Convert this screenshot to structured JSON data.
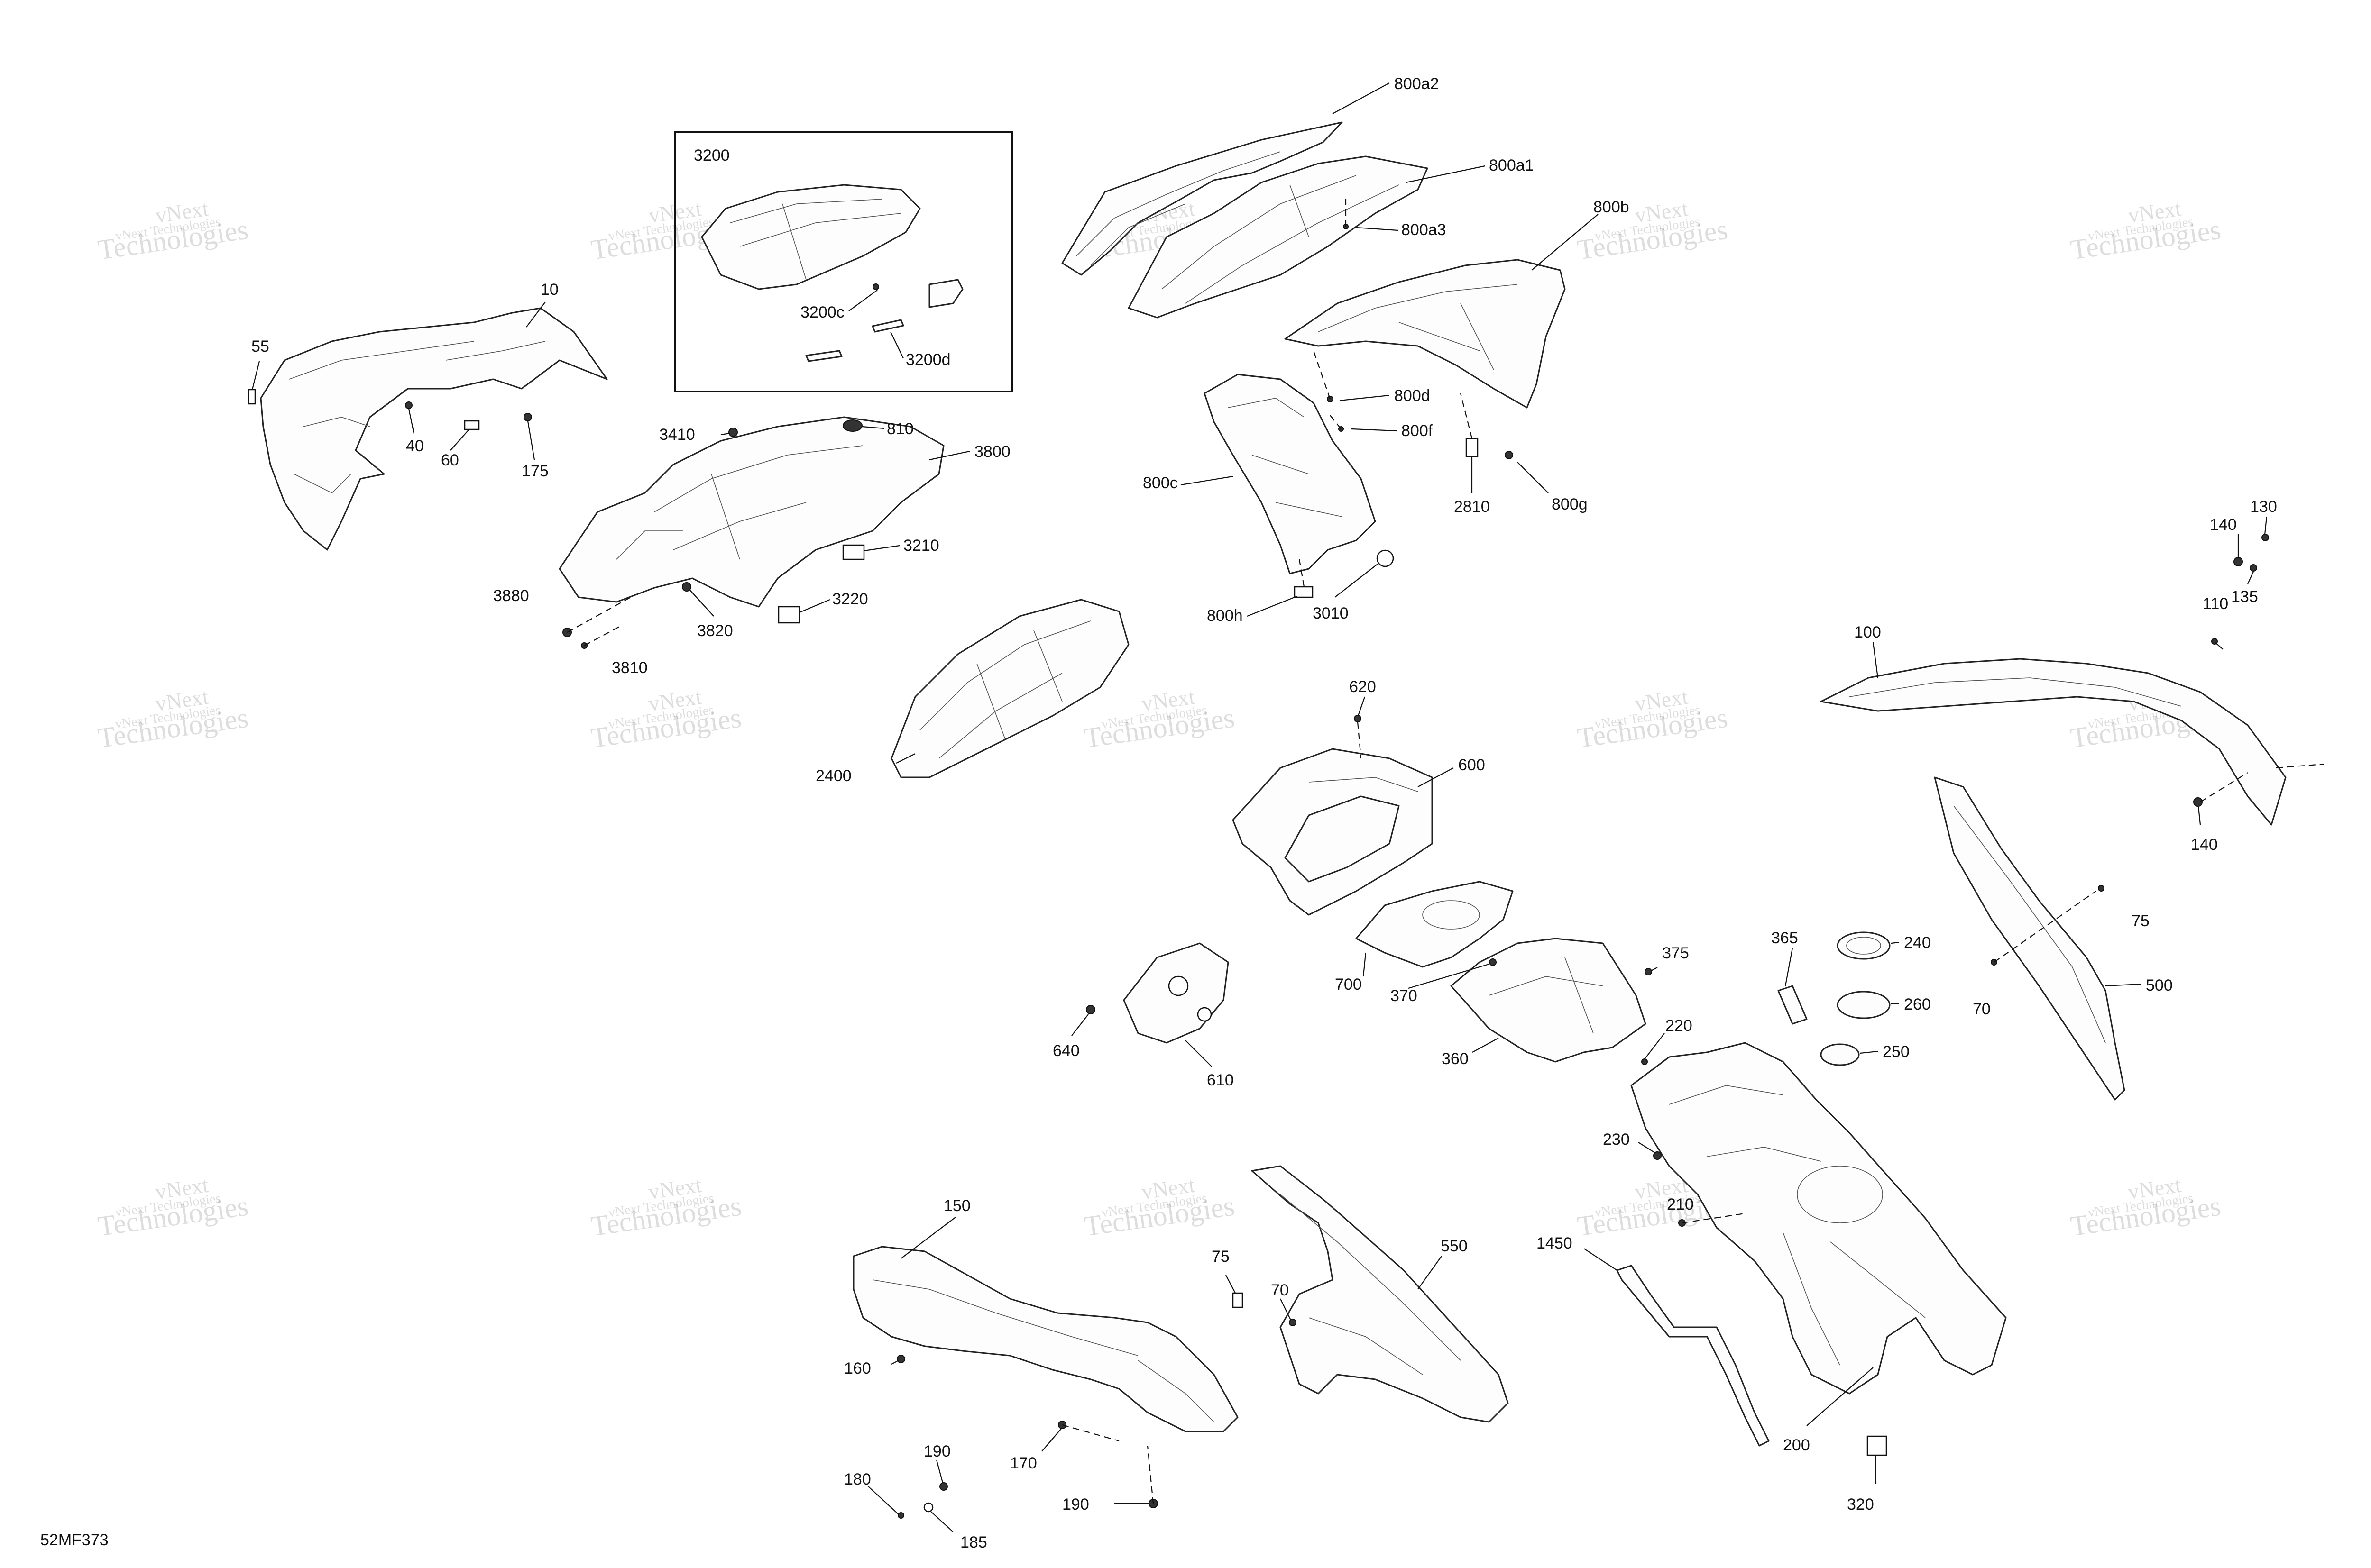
{
  "diagram_id": "52MF373",
  "watermark": {
    "line1": "vNext",
    "line2": "Technologies",
    "sub": "vNext Technologies"
  },
  "callouts": [
    {
      "id": "c-800a2",
      "text": "800a2"
    },
    {
      "id": "c-800a1",
      "text": "800a1"
    },
    {
      "id": "c-800a3",
      "text": "800a3"
    },
    {
      "id": "c-800b",
      "text": "800b"
    },
    {
      "id": "c-800d",
      "text": "800d"
    },
    {
      "id": "c-800f",
      "text": "800f"
    },
    {
      "id": "c-2810",
      "text": "2810"
    },
    {
      "id": "c-800g",
      "text": "800g"
    },
    {
      "id": "c-800c",
      "text": "800c"
    },
    {
      "id": "c-800h",
      "text": "800h"
    },
    {
      "id": "c-3010",
      "text": "3010"
    },
    {
      "id": "c-3200",
      "text": "3200"
    },
    {
      "id": "c-3200c",
      "text": "3200c"
    },
    {
      "id": "c-3200d",
      "text": "3200d"
    },
    {
      "id": "c-10",
      "text": "10"
    },
    {
      "id": "c-55",
      "text": "55"
    },
    {
      "id": "c-40",
      "text": "40"
    },
    {
      "id": "c-60",
      "text": "60"
    },
    {
      "id": "c-175",
      "text": "175"
    },
    {
      "id": "c-3410",
      "text": "3410"
    },
    {
      "id": "c-810",
      "text": "810"
    },
    {
      "id": "c-3800",
      "text": "3800"
    },
    {
      "id": "c-3210",
      "text": "3210"
    },
    {
      "id": "c-3880",
      "text": "3880"
    },
    {
      "id": "c-3820",
      "text": "3820"
    },
    {
      "id": "c-3220",
      "text": "3220"
    },
    {
      "id": "c-3810",
      "text": "3810"
    },
    {
      "id": "c-2400",
      "text": "2400"
    },
    {
      "id": "c-620",
      "text": "620"
    },
    {
      "id": "c-600",
      "text": "600"
    },
    {
      "id": "c-130",
      "text": "130"
    },
    {
      "id": "c-140a",
      "text": "140"
    },
    {
      "id": "c-135",
      "text": "135"
    },
    {
      "id": "c-110",
      "text": "110"
    },
    {
      "id": "c-100",
      "text": "100"
    },
    {
      "id": "c-140b",
      "text": "140"
    },
    {
      "id": "c-75a",
      "text": "75"
    },
    {
      "id": "c-500",
      "text": "500"
    },
    {
      "id": "c-70a",
      "text": "70"
    },
    {
      "id": "c-365",
      "text": "365"
    },
    {
      "id": "c-240",
      "text": "240"
    },
    {
      "id": "c-260",
      "text": "260"
    },
    {
      "id": "c-250",
      "text": "250"
    },
    {
      "id": "c-375",
      "text": "375"
    },
    {
      "id": "c-700",
      "text": "700"
    },
    {
      "id": "c-370",
      "text": "370"
    },
    {
      "id": "c-360",
      "text": "360"
    },
    {
      "id": "c-220",
      "text": "220"
    },
    {
      "id": "c-230",
      "text": "230"
    },
    {
      "id": "c-210",
      "text": "210"
    },
    {
      "id": "c-640",
      "text": "640"
    },
    {
      "id": "c-610",
      "text": "610"
    },
    {
      "id": "c-150",
      "text": "150"
    },
    {
      "id": "c-160",
      "text": "160"
    },
    {
      "id": "c-170",
      "text": "170"
    },
    {
      "id": "c-190a",
      "text": "190"
    },
    {
      "id": "c-180",
      "text": "180"
    },
    {
      "id": "c-185",
      "text": "185"
    },
    {
      "id": "c-190b",
      "text": "190"
    },
    {
      "id": "c-75b",
      "text": "75"
    },
    {
      "id": "c-70b",
      "text": "70"
    },
    {
      "id": "c-550",
      "text": "550"
    },
    {
      "id": "c-1450",
      "text": "1450"
    },
    {
      "id": "c-200",
      "text": "200"
    },
    {
      "id": "c-320",
      "text": "320"
    }
  ]
}
